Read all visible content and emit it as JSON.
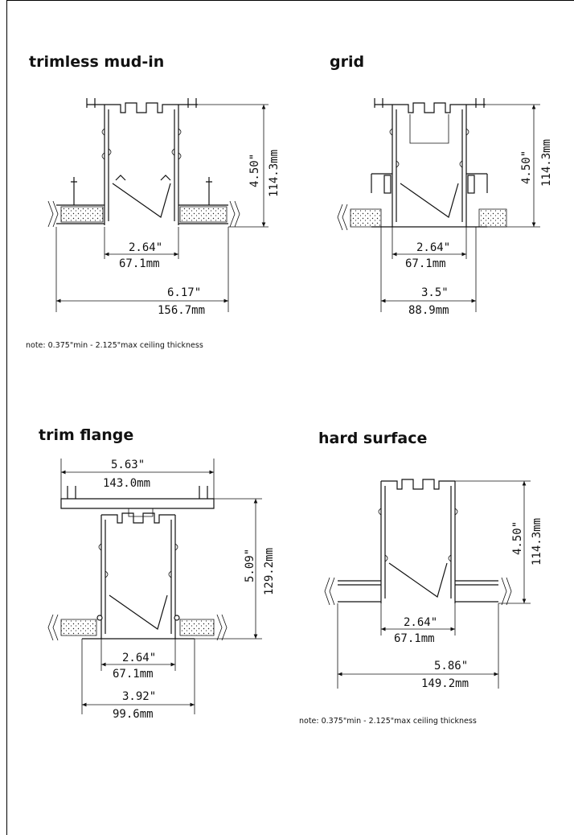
{
  "sections": [
    {
      "id": "trimless",
      "title": "trimless mud-in",
      "height_in": "4.50\"",
      "height_mm": "114.3mm",
      "aperture_in": "2.64\"",
      "aperture_mm": "67.1mm",
      "cutout_in": "6.17\"",
      "cutout_mm": "156.7mm"
    },
    {
      "id": "grid",
      "title": "grid",
      "height_in": "4.50\"",
      "height_mm": "114.3mm",
      "aperture_in": "2.64\"",
      "aperture_mm": "67.1mm",
      "cutout_in": "3.5\"",
      "cutout_mm": "88.9mm"
    },
    {
      "id": "trim_flange",
      "title": "trim flange",
      "height_in": "5.09\"",
      "height_mm": "129.2mm",
      "top_in": "5.63\"",
      "top_mm": "143.0mm",
      "aperture_in": "2.64\"",
      "aperture_mm": "67.1mm",
      "cutout_in": "3.92\"",
      "cutout_mm": "99.6mm"
    },
    {
      "id": "hard_surface",
      "title": "hard surface",
      "height_in": "4.50\"",
      "height_mm": "114.3mm",
      "aperture_in": "2.64\"",
      "aperture_mm": "67.1mm",
      "cutout_in": "5.86\"",
      "cutout_mm": "149.2mm"
    }
  ],
  "notes": {
    "note1": "note: 0.375\"min - 2.125\"max ceiling thickness",
    "note2": "note: 0.375\"min - 2.125\"max ceiling thickness"
  }
}
